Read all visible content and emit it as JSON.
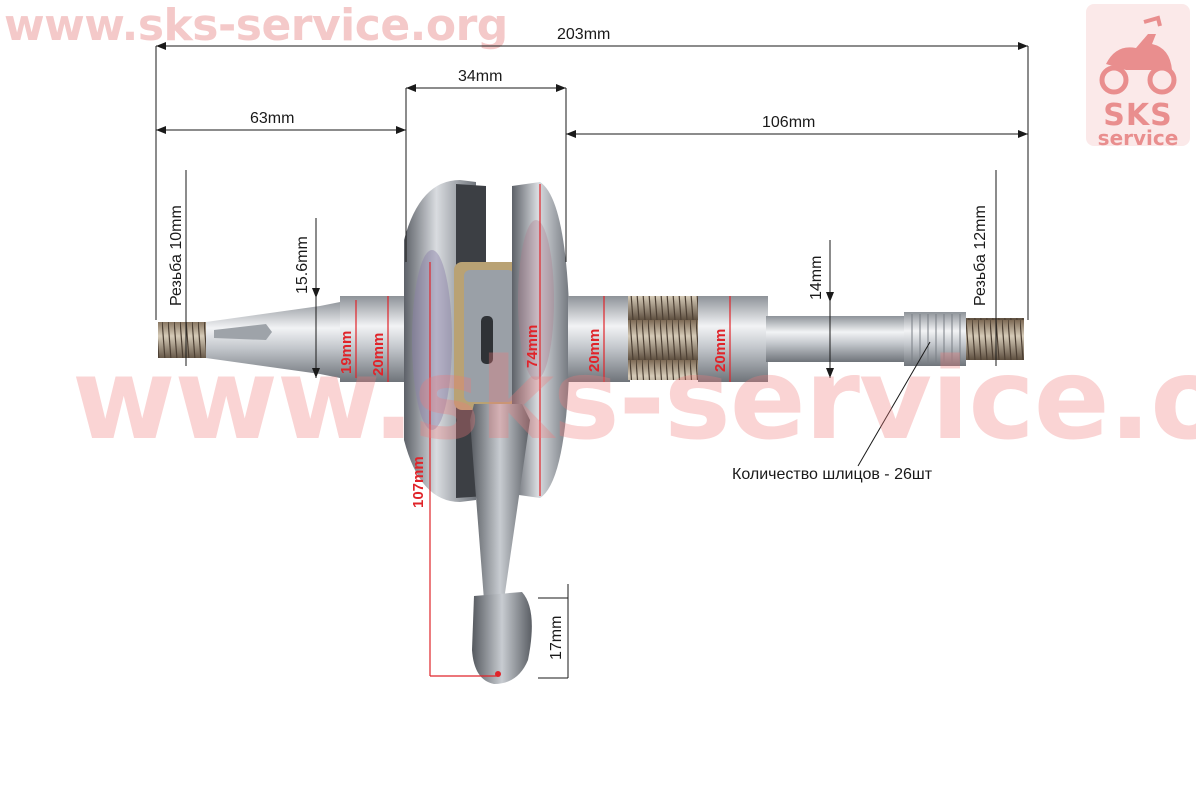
{
  "watermark_top": "www.sks-service.org",
  "watermark_center": "www.sks-service.org",
  "logo": {
    "line1": "SKS",
    "line2": "service"
  },
  "dimensions": {
    "overall_length": "203mm",
    "crank_width": "34mm",
    "left_shaft": "63mm",
    "right_shaft": "106mm",
    "left_thread": "Резьба 10mm",
    "right_thread": "Резьба 12mm",
    "left_taper": "15.6mm",
    "left_bearing_19": "19mm",
    "left_bearing_20": "20mm",
    "web_diameter": "74mm",
    "right_bearing_1": "20mm",
    "right_bearing_2": "20mm",
    "right_shaft_diameter": "14mm",
    "rod_length": "107mm",
    "small_end": "17mm"
  },
  "spline_note": "Количество шлицов - 26шт",
  "colors": {
    "dimension_red": "#e0242a",
    "dimension_black": "#1a1a1a",
    "watermark": "#f4c9c9",
    "steel": "#b8bcc2"
  }
}
